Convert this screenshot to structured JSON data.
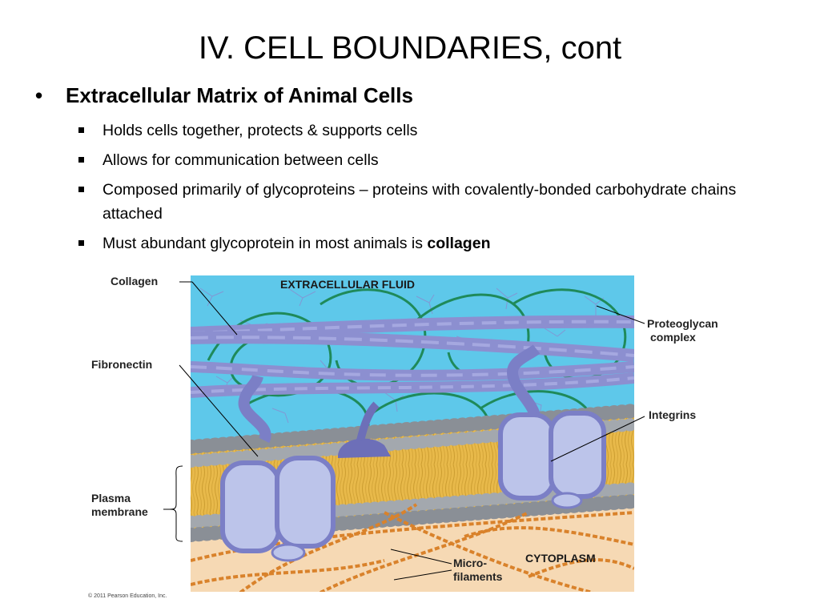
{
  "slide": {
    "title": "IV.  CELL BOUNDARIES, cont",
    "heading": "Extracellular Matrix of Animal Cells",
    "bullets": [
      {
        "text": "Holds cells together, protects & supports cells"
      },
      {
        "text": "Allows for communication between cells"
      },
      {
        "text": "Composed primarily of glycoproteins – proteins with covalently-bonded carbohydrate chains attached"
      },
      {
        "text": "Must abundant glycoprotein in most animals is ",
        "bold": "collagen"
      }
    ]
  },
  "figure": {
    "labels": {
      "collagen": "Collagen",
      "extracellular_fluid": "EXTRACELLULAR FLUID",
      "proteoglycan_line1": "Proteoglycan",
      "proteoglycan_line2": "complex",
      "fibronectin": "Fibronectin",
      "integrins": "Integrins",
      "plasma_line1": "Plasma",
      "plasma_line2": "membrane",
      "microfilaments_line1": "Micro-",
      "microfilaments_line2": "filaments",
      "cytoplasm": "CYTOPLASM",
      "copyright": "© 2011 Pearson Education, Inc."
    },
    "colors": {
      "fluid": "#5ec8ea",
      "collagen": "#8c8fd0",
      "proteoglycan": "#1f8a5a",
      "lipid_tails": "#e8b94a",
      "head_groups": "#8a8f96",
      "cytoplasm": "#f6d9b4",
      "microfilaments": "#d9822b",
      "integrin": "#bcc4ea"
    }
  }
}
